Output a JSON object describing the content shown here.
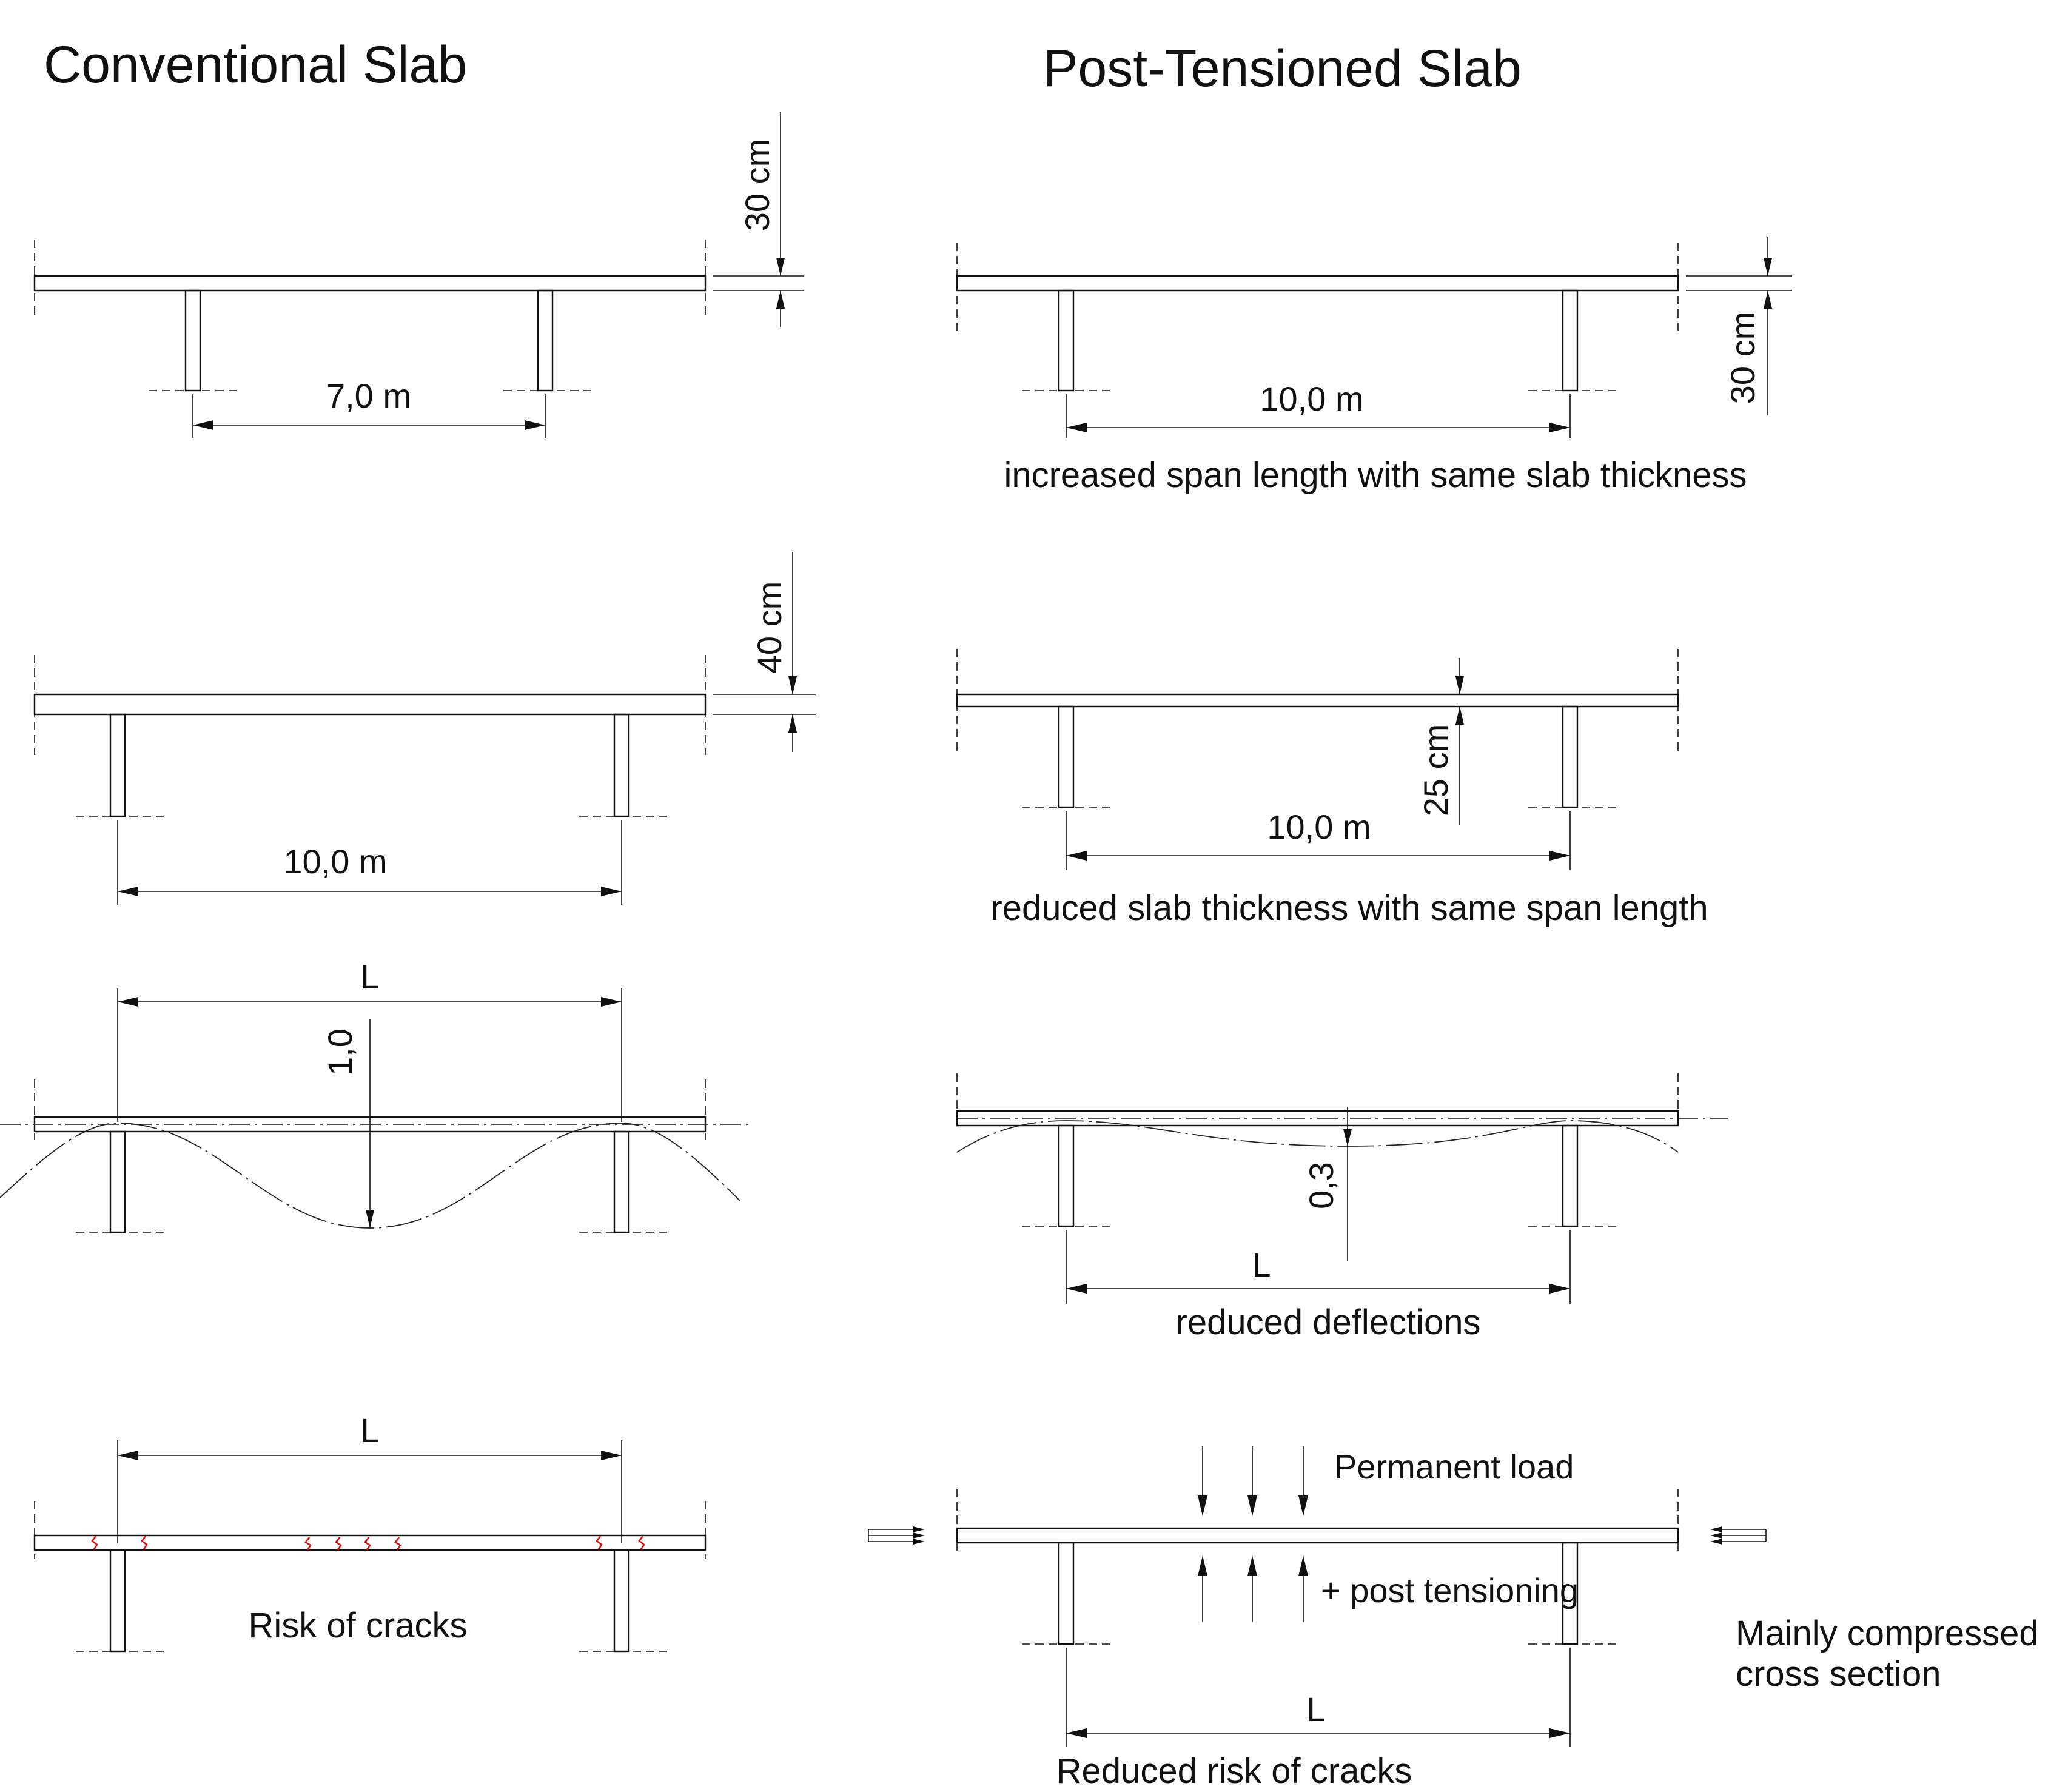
{
  "titles": {
    "conventional": "Conventional Slab",
    "post_tensioned": "Post-Tensioned Slab"
  },
  "conventional": {
    "slab1": {
      "thickness": "30 cm",
      "span": "7,0 m"
    },
    "slab2": {
      "thickness": "40 cm",
      "span": "10,0 m"
    },
    "deflection": {
      "span": "L",
      "value": "1,0"
    },
    "cracks": {
      "span": "L",
      "caption": "Risk of cracks"
    }
  },
  "post_tensioned": {
    "slab1": {
      "thickness": "30 cm",
      "span": "10,0 m",
      "caption": "increased span length with same slab thickness"
    },
    "slab2": {
      "thickness": "25 cm",
      "span": "10,0 m",
      "caption": "reduced slab thickness with same span length"
    },
    "deflection": {
      "span": "L",
      "value": "0,3",
      "caption": "reduced deflections"
    },
    "cracks": {
      "span": "L",
      "load_label": "Permanent load",
      "tension_label": "+ post tensioning",
      "compression_note": [
        "Mainly compressed",
        "cross section"
      ],
      "caption": "Reduced risk of cracks"
    }
  },
  "colors": {
    "line": "#111111",
    "crack": "#e01010"
  }
}
